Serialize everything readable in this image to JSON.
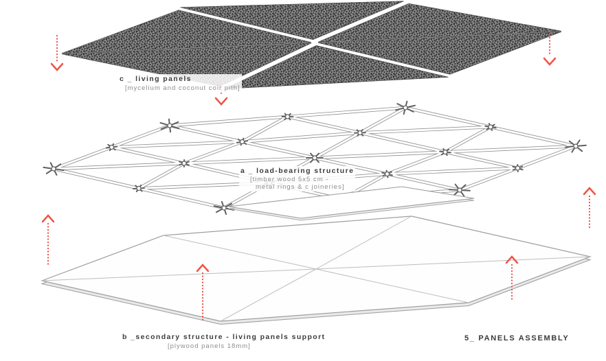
{
  "colors": {
    "accent": "#ef5348",
    "panel_fill": "#6f6f6f",
    "panel_dot_dark": "#2e2e2e",
    "panel_dot_light": "#a9a9a9",
    "panel_edge": "#4b4b4b",
    "frame_line": "#8f8f8f",
    "frame_core": "#ffffff",
    "joint": "#5f5f5f",
    "plate_line": "#9c9c9c",
    "plate_seam": "#bdbdbd"
  },
  "labels": {
    "layer_c": {
      "title": "c _ living panels",
      "subtitle": "[mycelium and coconut coir pith]"
    },
    "layer_a": {
      "title": "a _ load-bearing structure",
      "subtitle_1": "[timber wood 5x5 cm -",
      "subtitle_2": "metal rings & c joineries]"
    },
    "layer_b": {
      "title": "b _secondary structure - living panels support",
      "subtitle": "[plywood panels 18mm]"
    },
    "figure_title": "5_ PANELS ASSEMBLY"
  }
}
